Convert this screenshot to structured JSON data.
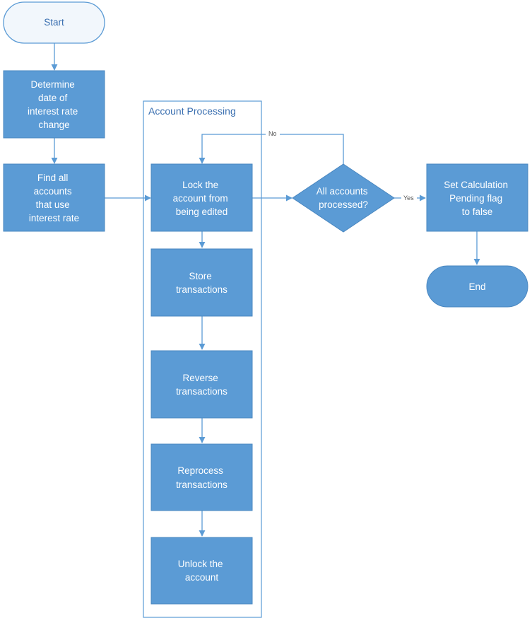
{
  "colors": {
    "box_fill": "#5b9bd5",
    "box_stroke": "#4a87c0",
    "start_fill": "#f2f7fc",
    "start_stroke": "#5b9bd5",
    "line": "#5b9bd5",
    "container_stroke": "#5b9bd5",
    "text_light": "#ffffff",
    "text_accent": "#3a6fb0"
  },
  "container": {
    "title": "Account Processing"
  },
  "nodes": {
    "start": {
      "label": "Start"
    },
    "determine": {
      "lines": [
        "Determine",
        "date of",
        "interest rate",
        "change"
      ]
    },
    "find": {
      "lines": [
        "Find all",
        "accounts",
        "that use",
        "interest rate"
      ]
    },
    "lock": {
      "lines": [
        "Lock the",
        "account from",
        "being edited"
      ]
    },
    "store": {
      "lines": [
        "Store",
        "transactions"
      ]
    },
    "reverse": {
      "lines": [
        "Reverse",
        "transactions"
      ]
    },
    "reprocess": {
      "lines": [
        "Reprocess",
        "transactions"
      ]
    },
    "unlock": {
      "lines": [
        "Unlock the",
        "account"
      ]
    },
    "decision": {
      "lines": [
        "All accounts",
        "processed?"
      ]
    },
    "setflag": {
      "lines": [
        "Set Calculation",
        "Pending flag",
        "to false"
      ]
    },
    "end": {
      "label": "End"
    }
  },
  "edges": {
    "no_label": "No",
    "yes_label": "Yes"
  }
}
